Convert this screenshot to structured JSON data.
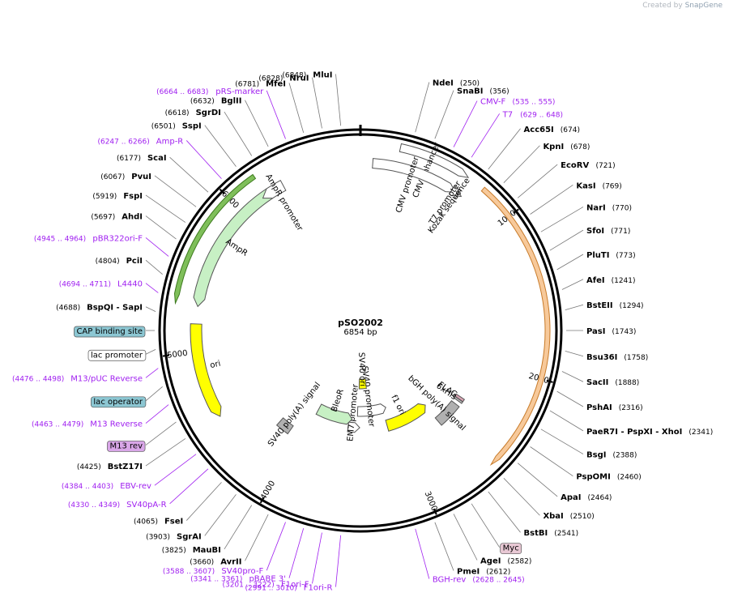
{
  "credit": {
    "prefix": "Created by",
    "brand": "SnapGene"
  },
  "plasmid": {
    "name": "pSO2002",
    "size_label": "6854 bp",
    "length": 6854
  },
  "ticks": [
    {
      "pos": 1000,
      "label": "1000"
    },
    {
      "pos": 2000,
      "label": "2000"
    },
    {
      "pos": 3000,
      "label": "3000"
    },
    {
      "pos": 4000,
      "label": "4000"
    },
    {
      "pos": 5000,
      "label": "5000"
    },
    {
      "pos": 6000,
      "label": "6000"
    }
  ],
  "features": [
    {
      "id": "cmv-enhancer",
      "name": "CMV enhancer",
      "start": 235,
      "end": 615,
      "color": "#ffffff",
      "stroke": "#555555",
      "r": 231,
      "w": 10,
      "dir": 1,
      "label": "CMV enhancer",
      "label_style": "box"
    },
    {
      "id": "cmv-promoter",
      "name": "CMV promoter",
      "start": 80,
      "end": 600,
      "color": "#ffffff",
      "stroke": "#555555",
      "r": 207,
      "w": 12,
      "dir": 1,
      "label": "CMV promoter",
      "label_style": "inner"
    },
    {
      "id": "t7-promoter",
      "name": "T7 promoter",
      "start": 629,
      "end": 648,
      "color": "#ffffff",
      "stroke": "#555555",
      "r": 207,
      "w": 12,
      "dir": 1,
      "label": "T7 promoter",
      "label_style": "inner"
    },
    {
      "id": "kozak",
      "name": "Kozak sequence",
      "start": 668,
      "end": 678,
      "color": "#ffffff",
      "stroke": "#555555",
      "r": 207,
      "w": 12,
      "dir": 0,
      "label": "Kozak sequence",
      "label_style": "inner"
    },
    {
      "id": "orf-orange",
      "name": "",
      "start": 779,
      "end": 2530,
      "color": "#f7c99a",
      "stroke": "#c87b2a",
      "r": 231,
      "w": 6,
      "dir": 1,
      "label": "",
      "label_style": "none"
    },
    {
      "id": "flag",
      "name": "FLAG",
      "start": 2352,
      "end": 2376,
      "color": "#d9a3b3",
      "stroke": "#555555",
      "r": 148,
      "w": 12,
      "dir": 0,
      "label": "FLAG",
      "label_style": "inner"
    },
    {
      "id": "6xhis",
      "name": "6xHis",
      "start": 2378,
      "end": 2395,
      "color": "#c0c0c0",
      "stroke": "#555555",
      "r": 148,
      "w": 12,
      "dir": 0,
      "label": "6xHis",
      "label_style": "inner"
    },
    {
      "id": "bgh-polya",
      "name": "bGH poly(A) signal",
      "start": 2430,
      "end": 2655,
      "color": "#b0b0b0",
      "stroke": "#555555",
      "r": 148,
      "w": 12,
      "dir": 0,
      "label": "bGH poly(A) signal",
      "label_style": "inner"
    },
    {
      "id": "f1-ori",
      "name": "f1 ori",
      "start": 2701,
      "end": 3129,
      "color": "#ffff00",
      "stroke": "#555555",
      "r": 122,
      "w": 14,
      "dir": -1,
      "label": "f1 ori",
      "label_style": "inner"
    },
    {
      "id": "sv40-promoter",
      "name": "SV40 promoter",
      "start": 3135,
      "end": 3465,
      "color": "#ffffff",
      "stroke": "#555555",
      "r": 100,
      "w": 12,
      "dir": -1,
      "label": "SV40 promoter",
      "label_style": "inner"
    },
    {
      "id": "sv40-ori",
      "name": "SV40 ori",
      "start": 3316,
      "end": 3452,
      "color": "#ffff00",
      "stroke": "#555555",
      "r": 66,
      "w": 12,
      "dir": 0,
      "label": "SV40 ori",
      "label_style": "inner"
    },
    {
      "id": "em7-promoter",
      "name": "EM7 promoter",
      "start": 3490,
      "end": 3566,
      "color": "#ffffff",
      "stroke": "#555555",
      "r": 120,
      "w": 12,
      "dir": -1,
      "label": "EM7 promoter",
      "label_style": "inner"
    },
    {
      "id": "bleor",
      "name": "BleoR",
      "start": 3585,
      "end": 3959,
      "color": "#c7f0c4",
      "stroke": "#555555",
      "r": 110,
      "w": 14,
      "dir": -1,
      "label": "BleoR",
      "label_style": "inner"
    },
    {
      "id": "sv40-polya",
      "name": "SV40 poly(A) signal",
      "start": 4096,
      "end": 4217,
      "color": "#b0b0b0",
      "stroke": "#555555",
      "r": 150,
      "w": 12,
      "dir": 0,
      "label": "SV40 poly(A) signal",
      "label_style": "inner"
    },
    {
      "id": "ori",
      "name": "ori",
      "start": 4596,
      "end": 5184,
      "color": "#ffff00",
      "stroke": "#555555",
      "r": 203,
      "w": 14,
      "dir": -1,
      "label": "ori",
      "label_style": "inner"
    },
    {
      "id": "ampr",
      "name": "AmpR",
      "start": 5355,
      "end": 6215,
      "color": "#c7f0c4",
      "stroke": "#555555",
      "r": 203,
      "w": 14,
      "dir": -1,
      "label": "AmpR",
      "label_style": "inner"
    },
    {
      "id": "ampr-promoter",
      "name": "AmpR promoter",
      "start": 6216,
      "end": 6320,
      "color": "#ffffff",
      "stroke": "#555555",
      "r": 203,
      "w": 14,
      "dir": -1,
      "label": "AmpR promoter",
      "label_style": "inner"
    },
    {
      "id": "ampr-green",
      "name": "",
      "start": 5355,
      "end": 6195,
      "color": "#7fbf5a",
      "stroke": "#3d7a1e",
      "r": 231,
      "w": 6,
      "dir": -1,
      "label": "",
      "label_style": "none"
    }
  ],
  "sites": [
    {
      "side": "R",
      "pos_label": "(250)",
      "name": "NdeI"
    },
    {
      "side": "R",
      "pos_label": "(356)",
      "name": "SnaBI"
    },
    {
      "side": "R",
      "pos_label": "(535 .. 555)",
      "name": "CMV-F",
      "primer": true
    },
    {
      "side": "R",
      "pos_label": "(629 .. 648)",
      "name": "T7",
      "primer": true
    },
    {
      "side": "R",
      "pos_label": "(674)",
      "name": "Acc65I"
    },
    {
      "side": "R",
      "pos_label": "(678)",
      "name": "KpnI"
    },
    {
      "side": "R",
      "pos_label": "(721)",
      "name": "EcoRV"
    },
    {
      "side": "R",
      "pos_label": "(769)",
      "name": "KasI"
    },
    {
      "side": "R",
      "pos_label": "(770)",
      "name": "NarI"
    },
    {
      "side": "R",
      "pos_label": "(771)",
      "name": "SfoI"
    },
    {
      "side": "R",
      "pos_label": "(773)",
      "name": "PluTI"
    },
    {
      "side": "R",
      "pos_label": "(1241)",
      "name": "AfeI"
    },
    {
      "side": "R",
      "pos_label": "(1294)",
      "name": "BstEII"
    },
    {
      "side": "R",
      "pos_label": "(1743)",
      "name": "PasI"
    },
    {
      "side": "R",
      "pos_label": "(1758)",
      "name": "Bsu36I"
    },
    {
      "side": "R",
      "pos_label": "(1888)",
      "name": "SacII"
    },
    {
      "side": "R",
      "pos_label": "(2316)",
      "name": "PshAI"
    },
    {
      "side": "R",
      "pos_label": "(2341)",
      "name": "PaeR7I - PspXI - XhoI"
    },
    {
      "side": "R",
      "pos_label": "(2388)",
      "name": "BsgI"
    },
    {
      "side": "R",
      "pos_label": "(2460)",
      "name": "PspOMI"
    },
    {
      "side": "R",
      "pos_label": "(2464)",
      "name": "ApaI"
    },
    {
      "side": "R",
      "pos_label": "(2510)",
      "name": "XbaI"
    },
    {
      "side": "R",
      "pos_label": "(2541)",
      "name": "BstBI"
    },
    {
      "side": "R",
      "pos_label": "",
      "name": "Myc",
      "box": true,
      "box_color": "#e8c8d4"
    },
    {
      "side": "R",
      "pos_label": "(2582)",
      "name": "AgeI"
    },
    {
      "side": "R",
      "pos_label": "(2612)",
      "name": "PmeI"
    },
    {
      "side": "R",
      "pos_label": "(2628 .. 2645)",
      "name": "BGH-rev",
      "primer": true
    },
    {
      "side": "L",
      "pos_label": "(6848)",
      "name": "MluI"
    },
    {
      "side": "L",
      "pos_label": "(6828)",
      "name": "NruI"
    },
    {
      "side": "L",
      "pos_label": "(6781)",
      "name": "MfeI"
    },
    {
      "side": "L",
      "pos_label": "(6664 .. 6683)",
      "name": "pRS-marker",
      "primer": true
    },
    {
      "side": "L",
      "pos_label": "(6632)",
      "name": "BglII"
    },
    {
      "side": "L",
      "pos_label": "(6618)",
      "name": "SgrDI"
    },
    {
      "side": "L",
      "pos_label": "(6501)",
      "name": "SspI"
    },
    {
      "side": "L",
      "pos_label": "(6247 .. 6266)",
      "name": "Amp-R",
      "primer": true
    },
    {
      "side": "L",
      "pos_label": "(6177)",
      "name": "ScaI"
    },
    {
      "side": "L",
      "pos_label": "(6067)",
      "name": "PvuI"
    },
    {
      "side": "L",
      "pos_label": "(5919)",
      "name": "FspI"
    },
    {
      "side": "L",
      "pos_label": "(5697)",
      "name": "AhdI"
    },
    {
      "side": "L",
      "pos_label": "(4945 .. 4964)",
      "name": "pBR322ori-F",
      "primer": true
    },
    {
      "side": "L",
      "pos_label": "(4804)",
      "name": "PciI"
    },
    {
      "side": "L",
      "pos_label": "(4694 .. 4711)",
      "name": "L4440",
      "primer": true
    },
    {
      "side": "L",
      "pos_label": "(4688)",
      "name": "BspQI - SapI"
    },
    {
      "side": "L",
      "pos_label": "",
      "name": "CAP binding site",
      "box": true,
      "box_color": "#8cc7d3"
    },
    {
      "side": "L",
      "pos_label": "",
      "name": "lac promoter",
      "box": true,
      "box_color": "#ffffff"
    },
    {
      "side": "L",
      "pos_label": "(4476 .. 4498)",
      "name": "M13/pUC Reverse",
      "primer": true
    },
    {
      "side": "L",
      "pos_label": "",
      "name": "lac operator",
      "box": true,
      "box_color": "#8cc7d3"
    },
    {
      "side": "L",
      "pos_label": "(4463 .. 4479)",
      "name": "M13 Reverse",
      "primer": true
    },
    {
      "side": "L",
      "pos_label": "",
      "name": "M13 rev",
      "box": true,
      "box_color": "#d9a6e8"
    },
    {
      "side": "L",
      "pos_label": "(4425)",
      "name": "BstZ17I"
    },
    {
      "side": "L",
      "pos_label": "(4384 .. 4403)",
      "name": "EBV-rev",
      "primer": true
    },
    {
      "side": "L",
      "pos_label": "(4330 .. 4349)",
      "name": "SV40pA-R",
      "primer": true
    },
    {
      "side": "L",
      "pos_label": "(4065)",
      "name": "FseI"
    },
    {
      "side": "L",
      "pos_label": "(3903)",
      "name": "SgrAI"
    },
    {
      "side": "L",
      "pos_label": "(3825)",
      "name": "MauBI"
    },
    {
      "side": "L",
      "pos_label": "(3660)",
      "name": "AvrII"
    },
    {
      "side": "L",
      "pos_label": "(3588 .. 3607)",
      "name": "SV40pro-F",
      "primer": true
    },
    {
      "side": "L",
      "pos_label": "(3341 .. 3361)",
      "name": "pBABE 3'",
      "primer": true
    },
    {
      "side": "L",
      "pos_label": "(3201 .. 3222)",
      "name": "F1ori-F",
      "primer": true
    },
    {
      "side": "L",
      "pos_label": "(2991 .. 3010)",
      "name": "F1ori-R",
      "primer": true
    }
  ],
  "colors": {
    "backbone": "#000000",
    "primer": "#a020f0",
    "enzyme_text": "#000000",
    "leader": "#777777"
  }
}
